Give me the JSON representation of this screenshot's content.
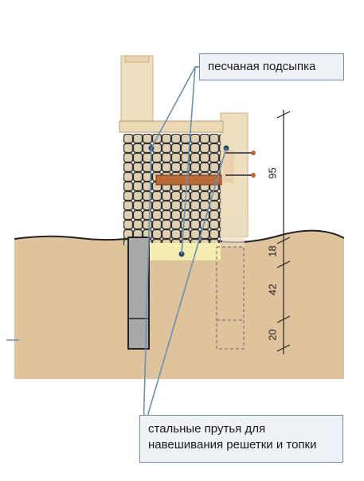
{
  "labels": {
    "sand_fill": "песчаная подсыпка",
    "rods_line1": "стальные прутья для",
    "rods_line2": "навешивания решетки и топки"
  },
  "dimensions": {
    "upper": "95",
    "d1": "18",
    "d2": "42",
    "d3": "20"
  },
  "colors": {
    "soil": "#dfc39c",
    "brick": "#e4d4b8",
    "callout_border": "#6d8fb0",
    "wood": "#b86a3a"
  }
}
